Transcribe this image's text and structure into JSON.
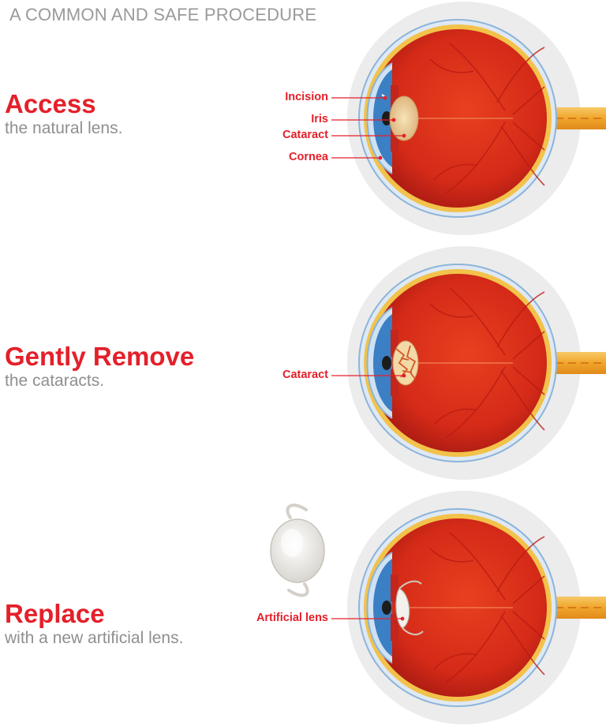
{
  "header": "A COMMON AND SAFE PROCEDURE",
  "steps": [
    {
      "title": "Access",
      "subtitle": "the natural lens.",
      "labels": [
        "Incision",
        "Iris",
        "Cataract",
        "Cornea"
      ],
      "lens_state": "cataract"
    },
    {
      "title": "Gently Remove",
      "subtitle": "the cataracts.",
      "labels": [
        "Cataract"
      ],
      "lens_state": "fragmented-cataract"
    },
    {
      "title": "Replace",
      "subtitle": "with a new artificial lens.",
      "labels": [
        "Artificial lens"
      ],
      "lens_state": "artificial-lens"
    }
  ],
  "icons": [
    "eye-cross-section-icon",
    "intraocular-lens-icon"
  ],
  "colors": {
    "accent": "#e4202a",
    "subtitle_gray": "#8f8f8f",
    "background_circle": "#ececec",
    "eye_red": "#d8261a",
    "optic_nerve": "#f2b23c",
    "cornea_blue": "#9fc7e6"
  }
}
